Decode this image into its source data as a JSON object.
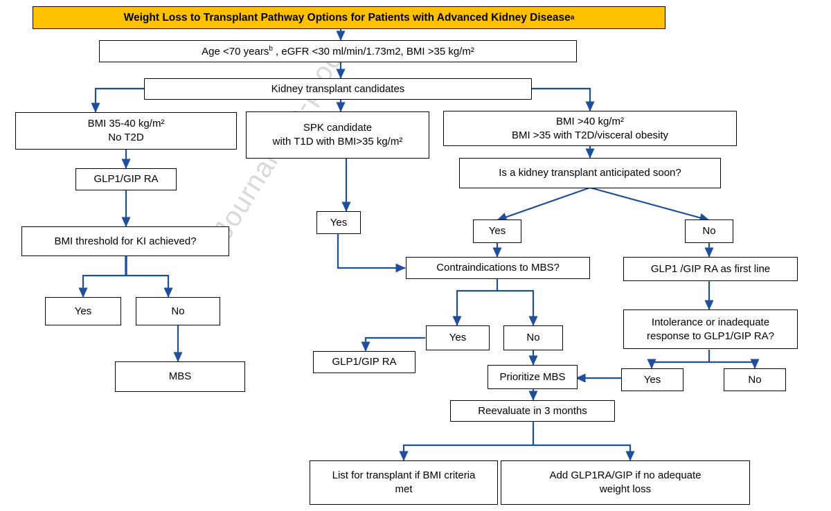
{
  "figure": {
    "title": "Weight Loss to Transplant Pathway Options for Patients with Advanced Kidney Disease",
    "title_superscript": "a",
    "watermark": "Journal Pre-proof",
    "accent_banner_color": "#FFC000",
    "connector_color": "#1F4E9B",
    "border_color": "#000000",
    "background_color": "#FFFFFF"
  },
  "chart_data": {
    "type": "diagram",
    "diagram_kind": "clinical decision flowchart",
    "title": "Weight Loss to Transplant Pathway Options for Patients with Advanced Kidney Disease",
    "nodes": [
      {
        "id": "criteria",
        "label": "Age <70 yearsᵇ , eGFR <30 ml/min/1.73m2, BMI >35 kg/m²"
      },
      {
        "id": "candidates",
        "label": "Kidney transplant candidates"
      },
      {
        "id": "bmi35to40",
        "label": "BMI 35-40 kg/m²\nNo T2D"
      },
      {
        "id": "spk",
        "label": "SPK candidate\nwith T1D with BMI>35 kg/m²"
      },
      {
        "id": "bmi40plus",
        "label": "BMI >40 kg/m²\nBMI >35 with T2D/visceral obesity"
      },
      {
        "id": "glp1-left",
        "label": "GLP1/GIP RA"
      },
      {
        "id": "ktx-soon",
        "label": "Is a kidney transplant anticipated soon?"
      },
      {
        "id": "bmi-threshold",
        "label": "BMI threshold for KI achieved?"
      },
      {
        "id": "spk-yes",
        "label": "Yes"
      },
      {
        "id": "ktx-yes",
        "label": "Yes"
      },
      {
        "id": "ktx-no",
        "label": "No"
      },
      {
        "id": "contraind",
        "label": "Contraindications to MBS?"
      },
      {
        "id": "glp1-first-line",
        "label": "GLP1 /GIP RA as first line"
      },
      {
        "id": "thr-yes",
        "label": "Yes"
      },
      {
        "id": "thr-no",
        "label": "No"
      },
      {
        "id": "intolerance",
        "label": "Intolerance or inadequate\nresponse to GLP1/GIP RA?"
      },
      {
        "id": "contra-yes",
        "label": "Yes"
      },
      {
        "id": "contra-no",
        "label": "No"
      },
      {
        "id": "glp1-mid",
        "label": "GLP1/GIP RA"
      },
      {
        "id": "mbs-left",
        "label": "MBS"
      },
      {
        "id": "prioritize-mbs",
        "label": "Prioritize MBS"
      },
      {
        "id": "intol-yes",
        "label": "Yes"
      },
      {
        "id": "intol-no",
        "label": "No"
      },
      {
        "id": "reevaluate",
        "label": "Reevaluate in 3 months"
      },
      {
        "id": "list-transplant",
        "label": "List for transplant if BMI criteria met"
      },
      {
        "id": "add-glp1ra",
        "label": "Add GLP1RA/GIP if no adequate weight loss"
      }
    ],
    "edges": [
      {
        "from": "title",
        "to": "criteria"
      },
      {
        "from": "criteria",
        "to": "candidates"
      },
      {
        "from": "candidates",
        "to": "bmi35to40"
      },
      {
        "from": "candidates",
        "to": "spk"
      },
      {
        "from": "candidates",
        "to": "bmi40plus"
      },
      {
        "from": "bmi35to40",
        "to": "glp1-left"
      },
      {
        "from": "glp1-left",
        "to": "bmi-threshold"
      },
      {
        "from": "bmi-threshold",
        "to": "thr-yes"
      },
      {
        "from": "bmi-threshold",
        "to": "thr-no"
      },
      {
        "from": "thr-no",
        "to": "mbs-left"
      },
      {
        "from": "spk",
        "to": "spk-yes"
      },
      {
        "from": "spk-yes",
        "to": "contraind"
      },
      {
        "from": "bmi40plus",
        "to": "ktx-soon"
      },
      {
        "from": "ktx-soon",
        "to": "ktx-yes"
      },
      {
        "from": "ktx-soon",
        "to": "ktx-no"
      },
      {
        "from": "ktx-yes",
        "to": "contraind"
      },
      {
        "from": "ktx-no",
        "to": "glp1-first-line"
      },
      {
        "from": "contraind",
        "to": "contra-yes"
      },
      {
        "from": "contraind",
        "to": "contra-no"
      },
      {
        "from": "contra-yes",
        "to": "glp1-mid"
      },
      {
        "from": "contra-no",
        "to": "prioritize-mbs"
      },
      {
        "from": "glp1-first-line",
        "to": "intolerance"
      },
      {
        "from": "intolerance",
        "to": "intol-yes"
      },
      {
        "from": "intolerance",
        "to": "intol-no"
      },
      {
        "from": "intol-yes",
        "to": "prioritize-mbs"
      },
      {
        "from": "prioritize-mbs",
        "to": "reevaluate"
      },
      {
        "from": "reevaluate",
        "to": "list-transplant"
      },
      {
        "from": "reevaluate",
        "to": "add-glp1ra"
      }
    ]
  },
  "boxes": {
    "criteria": {
      "line1": "Age <70 years",
      "sup": "b",
      "line2": " , eGFR <30 ml/min/1.73m2, BMI >35 kg/m²"
    },
    "candidates": {
      "text": "Kidney transplant candidates"
    },
    "bmi35to40": {
      "line1": "BMI 35-40 kg/m²",
      "line2": "No T2D"
    },
    "spk": {
      "line1": "SPK candidate",
      "line2": "with T1D with BMI>35 kg/m²"
    },
    "bmi40plus": {
      "line1": "BMI >40 kg/m²",
      "line2": "BMI >35 with T2D/visceral obesity"
    },
    "glp1_left": {
      "text": "GLP1/GIP RA"
    },
    "ktx_soon": {
      "text": "Is a kidney transplant anticipated soon?"
    },
    "bmi_threshold": {
      "text": "BMI threshold for KI achieved?"
    },
    "spk_yes": {
      "text": "Yes"
    },
    "ktx_yes": {
      "text": "Yes"
    },
    "ktx_no": {
      "text": "No"
    },
    "contraind": {
      "text": "Contraindications to MBS?"
    },
    "glp1_first_line": {
      "text": "GLP1 /GIP RA as first line"
    },
    "thr_yes": {
      "text": "Yes"
    },
    "thr_no": {
      "text": "No"
    },
    "intolerance": {
      "line1": "Intolerance or inadequate",
      "line2": "response to GLP1/GIP RA?"
    },
    "contra_yes": {
      "text": "Yes"
    },
    "contra_no": {
      "text": "No"
    },
    "glp1_mid": {
      "text": "GLP1/GIP RA"
    },
    "mbs_left": {
      "text": "MBS"
    },
    "prioritize_mbs": {
      "text": "Prioritize MBS"
    },
    "intol_yes": {
      "text": "Yes"
    },
    "intol_no": {
      "text": "No"
    },
    "reevaluate": {
      "text": "Reevaluate in 3 months"
    },
    "list_transplant": {
      "line1": "List for transplant if BMI criteria",
      "line2": "met"
    },
    "add_glp1ra": {
      "line1": "Add GLP1RA/GIP if no adequate",
      "line2": "weight loss"
    }
  }
}
